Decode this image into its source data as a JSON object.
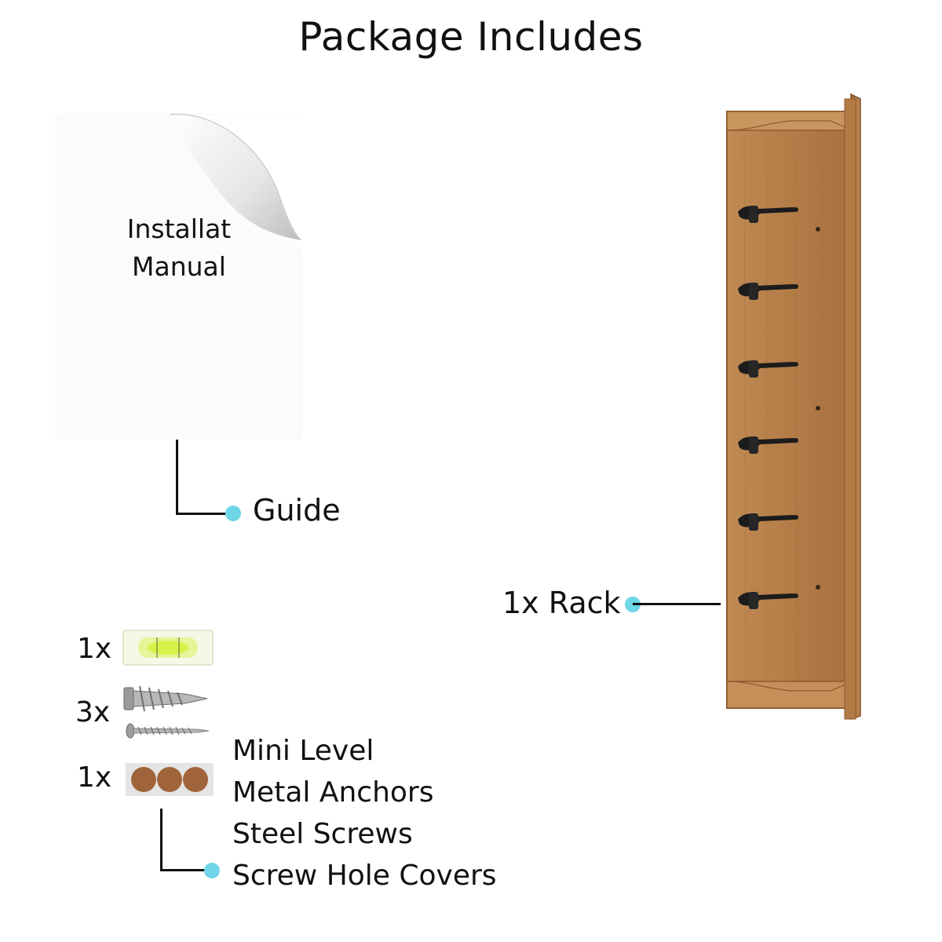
{
  "title": "Package Includes",
  "manual": {
    "line1": "Installat",
    "line2": "Manual"
  },
  "callouts": {
    "guide": "Guide",
    "rack": "1x Rack"
  },
  "quantities": {
    "level": "1x",
    "anchors_screws": "3x",
    "covers": "1x"
  },
  "items": [
    "Mini Level",
    "Metal Anchors",
    "Steel Screws",
    "Screw Hole Covers"
  ],
  "colors": {
    "accent_dot": "#6fd6e8",
    "wood": "#b07a48",
    "hook": "#1c1c1c",
    "cover": "#a0643a",
    "level_bubble": "#d9f24a"
  }
}
